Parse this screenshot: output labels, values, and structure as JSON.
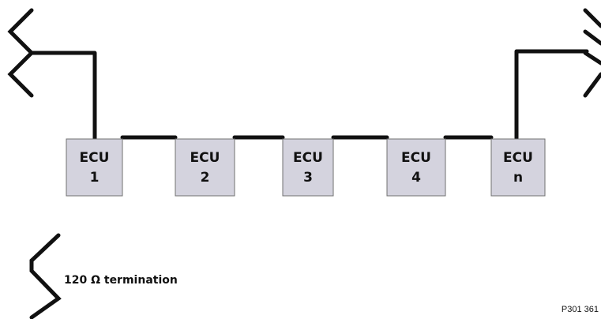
{
  "diagram": {
    "ecus": [
      {
        "name": "ECU",
        "number": "1"
      },
      {
        "name": "ECU",
        "number": "2"
      },
      {
        "name": "ECU",
        "number": "3"
      },
      {
        "name": "ECU",
        "number": "4"
      },
      {
        "name": "ECU",
        "number": "n"
      }
    ],
    "legend": {
      "label": "120 Ω  termination"
    },
    "reference": "P301 361",
    "colors": {
      "ecu_fill": "#d4d3de",
      "line": "#111111"
    }
  }
}
